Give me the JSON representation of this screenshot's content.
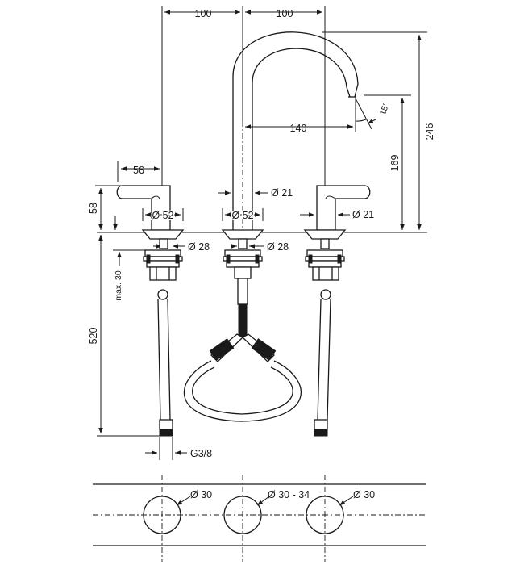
{
  "dimensions": {
    "top_left_spacing": "100",
    "top_right_spacing": "100",
    "overall_height": "246",
    "spout_height": "169",
    "spout_reach": "140",
    "spout_angle": "15°",
    "handle_reach": "56",
    "handle_height": "58",
    "spout_pipe_diameter": "Ø 21",
    "right_handle_diameter": "Ø 21",
    "left_base_diameter": "Ø 52",
    "center_base_diameter": "Ø 52",
    "left_shank_diameter": "Ø 28",
    "center_shank_diameter": "Ø 28",
    "shank_length": "520",
    "max_thickness": "max. 30",
    "thread": "G3/8",
    "hole_left": "Ø 30",
    "hole_center": "Ø 30 - 34",
    "hole_right": "Ø 30"
  }
}
